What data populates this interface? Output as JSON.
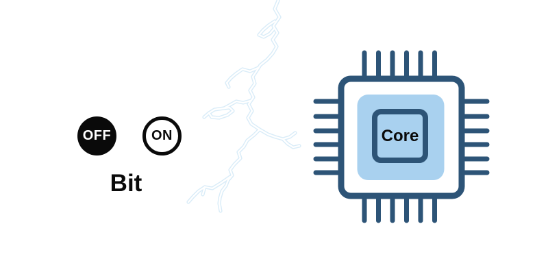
{
  "bit": {
    "off_label": "OFF",
    "on_label": "ON",
    "caption": "Bit"
  },
  "chip": {
    "core_label": "Core"
  },
  "colors": {
    "navy": "#2d5477",
    "chip-fill": "#ffffff",
    "light-blue": "#a9d1ef",
    "lightning": "#d9ecf8",
    "ink": "#0a0a0a",
    "bg": "#ffffff"
  }
}
